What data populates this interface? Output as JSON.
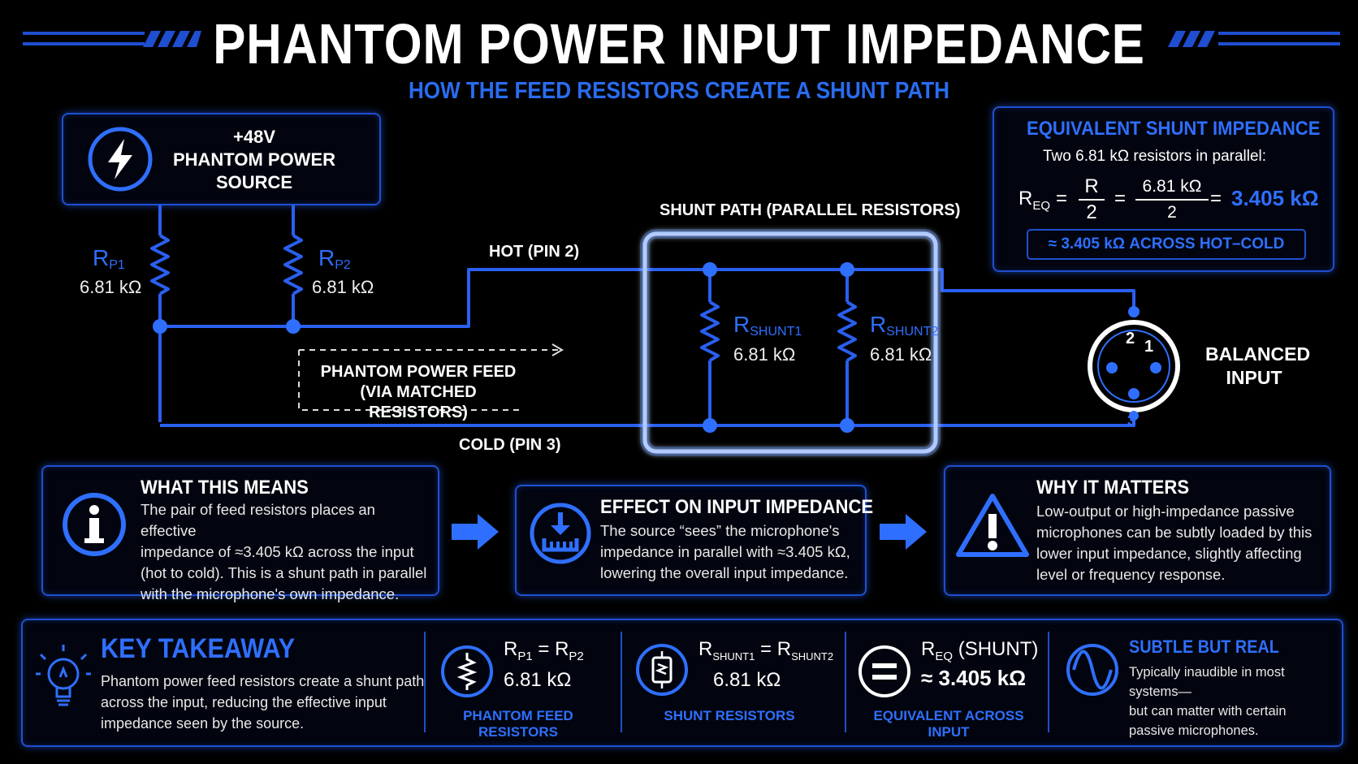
{
  "title": "PHANTOM POWER INPUT IMPEDANCE",
  "subtitle": "HOW THE FEED RESISTORS CREATE A SHUNT PATH",
  "source": {
    "line1": "+48V",
    "line2": "PHANTOM POWER",
    "line3": "SOURCE"
  },
  "resistors": {
    "rp1": {
      "sym": "R",
      "sub": "P1",
      "value": "6.81 kΩ"
    },
    "rp2": {
      "sym": "R",
      "sub": "P2",
      "value": "6.81 kΩ"
    },
    "rs1": {
      "sym": "R",
      "sub": "SHUNT1",
      "value": "6.81 kΩ"
    },
    "rs2": {
      "sym": "R",
      "sub": "SHUNT2",
      "value": "6.81 kΩ"
    }
  },
  "labels": {
    "hot": "HOT (PIN 2)",
    "cold": "COLD (PIN 3)",
    "shunt_path": "SHUNT PATH (PARALLEL RESISTORS)",
    "feed1": "PHANTOM POWER FEED",
    "feed2": "(VIA MATCHED RESISTORS)",
    "balanced1": "BALANCED",
    "balanced2": "INPUT",
    "pin1": "1",
    "pin2": "2",
    "pin3": "3"
  },
  "equivalent": {
    "title": "EQUIVALENT SHUNT IMPEDANCE",
    "desc": "Two 6.81 kΩ resistors in parallel:",
    "req": "R",
    "req_sub": "EQ",
    "eq1": "=",
    "num1": "R",
    "den1": "2",
    "eq2": "=",
    "num2": "6.81 kΩ",
    "den2": "2",
    "eq3": "=",
    "result": "3.405 kΩ",
    "badge": "≈ 3.405 kΩ ACROSS HOT–COLD"
  },
  "cards": {
    "means": {
      "title": "WHAT THIS MEANS",
      "lines": [
        "The pair of feed resistors places an effective",
        "impedance of ≈3.405 kΩ across the input",
        "(hot to cold). This is a shunt path in parallel",
        "with the microphone's own impedance."
      ]
    },
    "effect": {
      "title": "EFFECT ON INPUT IMPEDANCE",
      "lines": [
        "The source “sees” the microphone's",
        "impedance in parallel with ≈3.405 kΩ,",
        "lowering the overall input impedance."
      ]
    },
    "matters": {
      "title": "WHY IT MATTERS",
      "lines": [
        "Low-output or high-impedance passive",
        "microphones can be subtly loaded by this",
        "lower input impedance, slightly affecting",
        "level or frequency response."
      ]
    }
  },
  "takeaway": {
    "title": "KEY TAKEAWAY",
    "lines": [
      "Phantom power feed resistors create a shunt path",
      "across the input, reducing the effective input",
      "impedance seen by the source."
    ],
    "feed": {
      "a": "R",
      "a_sub": "P1",
      "eq": "=",
      "b": "R",
      "b_sub": "P2",
      "value": "6.81 kΩ",
      "label": "PHANTOM FEED RESISTORS"
    },
    "shunt": {
      "a": "R",
      "a_sub": "SHUNT1",
      "eq": "=",
      "b": "R",
      "b_sub": "SHUNT2",
      "value": "6.81 kΩ",
      "label": "SHUNT RESISTORS"
    },
    "equiv": {
      "a": "R",
      "a_sub": "EQ",
      "paren": "(SHUNT)",
      "value": "≈ 3.405 kΩ",
      "label": "EQUIVALENT ACROSS INPUT"
    },
    "subtle": {
      "title": "SUBTLE BUT REAL",
      "lines": [
        "Typically inaudible in most systems—",
        "but can matter with certain",
        "passive microphones."
      ]
    }
  },
  "colors": {
    "accent": "#2f6fff",
    "wire": "#2a5ff0",
    "panel_border": "#1f4fd0",
    "background": "#000000"
  },
  "icons": [
    "lightning-icon",
    "info-icon",
    "download-meter-icon",
    "warning-icon",
    "lightbulb-icon",
    "resistor-icon",
    "component-icon",
    "equals-icon",
    "sine-wave-icon"
  ]
}
